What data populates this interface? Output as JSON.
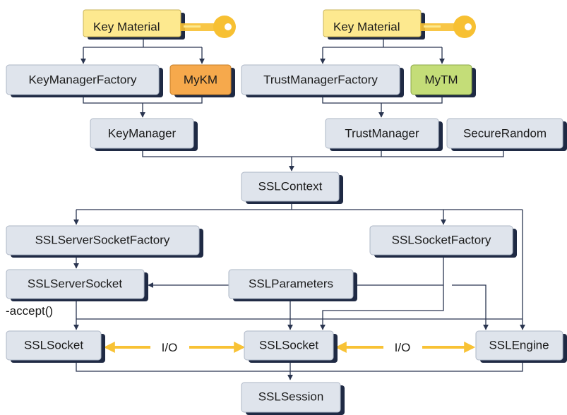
{
  "colors": {
    "box_fill": "#dfe4ec",
    "box_shadow": "#1f2a44",
    "key_material_fill": "#fde98f",
    "mykm_fill": "#f6a94c",
    "mytm_fill": "#c4dd78",
    "key_icon": "#f7c032",
    "connector": "#2a3550",
    "io_arrow": "#f8c235"
  },
  "nodes": {
    "key_material_left": "Key Material",
    "key_material_right": "Key Material",
    "key_manager_factory": "KeyManagerFactory",
    "my_km": "MyKM",
    "trust_manager_factory": "TrustManagerFactory",
    "my_tm": "MyTM",
    "key_manager": "KeyManager",
    "trust_manager": "TrustManager",
    "secure_random": "SecureRandom",
    "ssl_context": "SSLContext",
    "ssl_server_socket_factory": "SSLServerSocketFactory",
    "ssl_socket_factory": "SSLSocketFactory",
    "ssl_server_socket": "SSLServerSocket",
    "ssl_parameters": "SSLParameters",
    "ssl_socket_left": "SSLSocket",
    "ssl_socket_center": "SSLSocket",
    "ssl_engine": "SSLEngine",
    "ssl_session": "SSLSession"
  },
  "labels": {
    "accept": "-accept()",
    "io_left": "I/O",
    "io_right": "I/O"
  },
  "icons": [
    "key-icon",
    "key-icon"
  ]
}
